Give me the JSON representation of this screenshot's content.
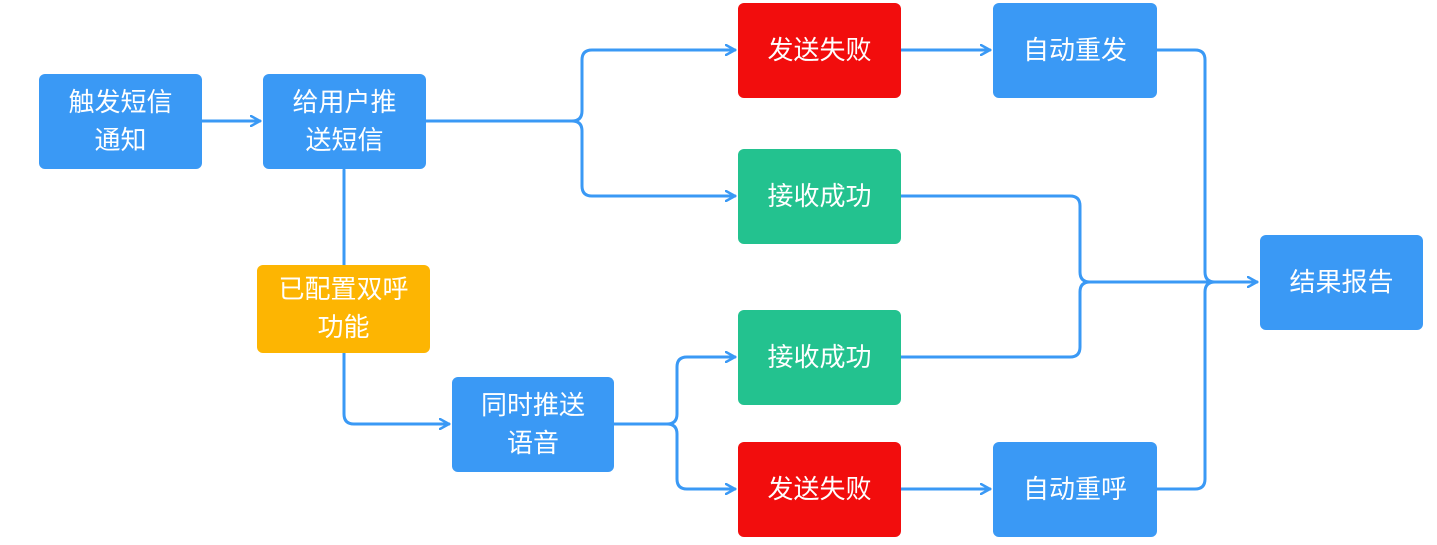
{
  "colors": {
    "connector": "#3a99f5",
    "process": "#3a99f5",
    "failure": "#f20d0d",
    "success": "#23c28f",
    "condition": "#fdb502",
    "text": "#ffffff"
  },
  "nodes": {
    "trigger": {
      "lines": [
        "触发短信",
        "通知"
      ]
    },
    "push_sms": {
      "lines": [
        "给用户推",
        "送短信"
      ]
    },
    "sms_fail": {
      "label": "发送失败"
    },
    "auto_resend": {
      "label": "自动重发"
    },
    "sms_success": {
      "label": "接收成功"
    },
    "dual_call": {
      "lines": [
        "已配置双呼",
        "功能"
      ]
    },
    "voice_success": {
      "label": "接收成功"
    },
    "push_voice": {
      "lines": [
        "同时推送",
        "语音"
      ]
    },
    "voice_fail": {
      "label": "发送失败"
    },
    "auto_recall": {
      "label": "自动重呼"
    },
    "report": {
      "label": "结果报告"
    }
  }
}
